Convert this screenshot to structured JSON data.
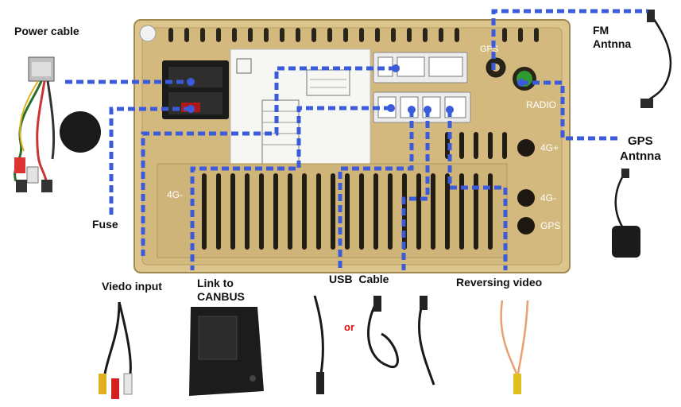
{
  "labels": {
    "power_cable": "Power cable",
    "fuse": "Fuse",
    "fm_antenna": "FM\nAntnna",
    "gps_antenna": "GPS\nAntnna",
    "video_input": "Viedo input",
    "link_canbus": "Link to\nCANBUS",
    "usb_cable": "USB  Cable",
    "reversing_video": "Reversing video",
    "or": "or"
  },
  "panel": {
    "fm_port": "GPS",
    "radio_port": "RADIO",
    "port_4g_plus": "4G+",
    "port_4g_minus": "4G-",
    "gps_port": "GPS",
    "left_4g": "4G-"
  },
  "colors": {
    "panel": "#d6bd82",
    "panel_edge": "#a8915a",
    "connector_line": "#3b5bdb",
    "accent_red": "#e01010"
  }
}
